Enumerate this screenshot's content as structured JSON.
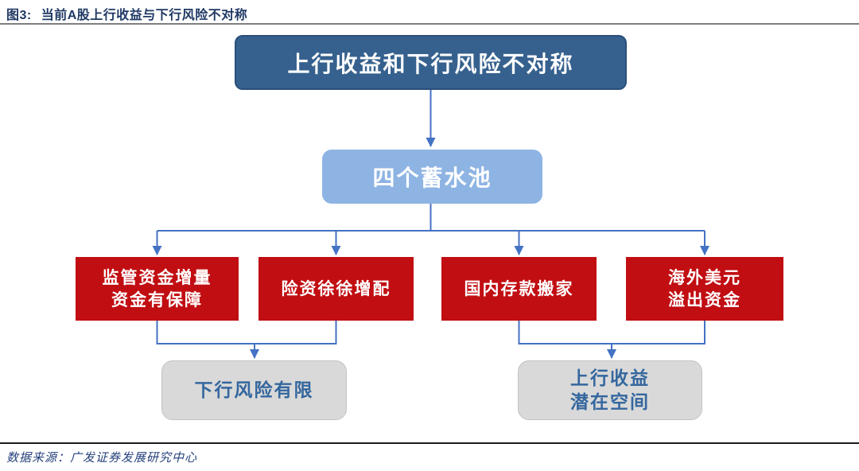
{
  "header": {
    "figure_label": "图3:",
    "title": "当前A股上行收益与下行风险不对称"
  },
  "diagram": {
    "root": "上行收益和下行风险不对称",
    "hub": "四个蓄水池",
    "sources": [
      "监管资金增量\n资金有保障",
      "险资徐徐增配",
      "国内存款搬家",
      "海外美元\n溢出资金"
    ],
    "outcomes": [
      "下行风险有限",
      "上行收益\n潜在空间"
    ]
  },
  "footer": {
    "source": "数据来源：广发证券发展研究中心"
  },
  "colors": {
    "title-color": "#1F3864",
    "connector": "#4472C4",
    "root-fill": "#36618E",
    "root-border": "#2A4F79",
    "hub-fill": "#8EB4E3",
    "source-fill": "#C10E12",
    "outcome-fill": "#D9D9D9",
    "outcome-border": "#C3C3C3",
    "outcome-text": "#35679E",
    "footer-color": "#27427C",
    "top-rule": "#7F7F7F",
    "bottom-rule": "#1A1A1A"
  }
}
